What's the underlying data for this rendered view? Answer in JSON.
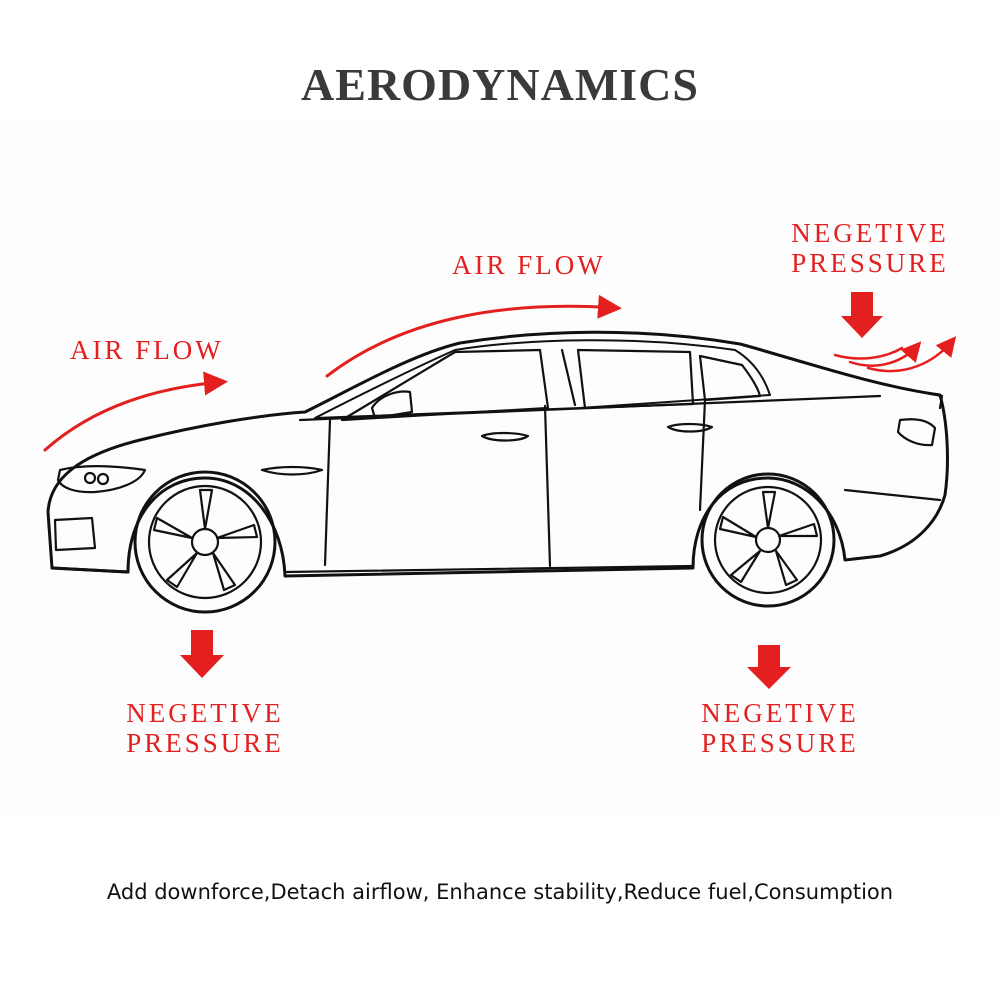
{
  "title": "AERODYNAMICS",
  "labels": {
    "air_flow_front": "AIR FLOW",
    "air_flow_roof": "AIR FLOW",
    "negative_pressure_rear": [
      "NEGETIVE",
      "PRESSURE"
    ],
    "negative_pressure_front_wheel": [
      "NEGETIVE",
      "PRESSURE"
    ],
    "negative_pressure_rear_wheel": [
      "NEGETIVE",
      "PRESSURE"
    ]
  },
  "caption": "Add downforce,Detach airflow, Enhance stability,Reduce fuel,Consumption",
  "colors": {
    "accent": "#e41f1f",
    "title": "#3a3a3a",
    "outline": "#111111"
  },
  "icons": [
    "car-outline-icon",
    "down-arrow-icon",
    "curved-arrow-icon"
  ]
}
